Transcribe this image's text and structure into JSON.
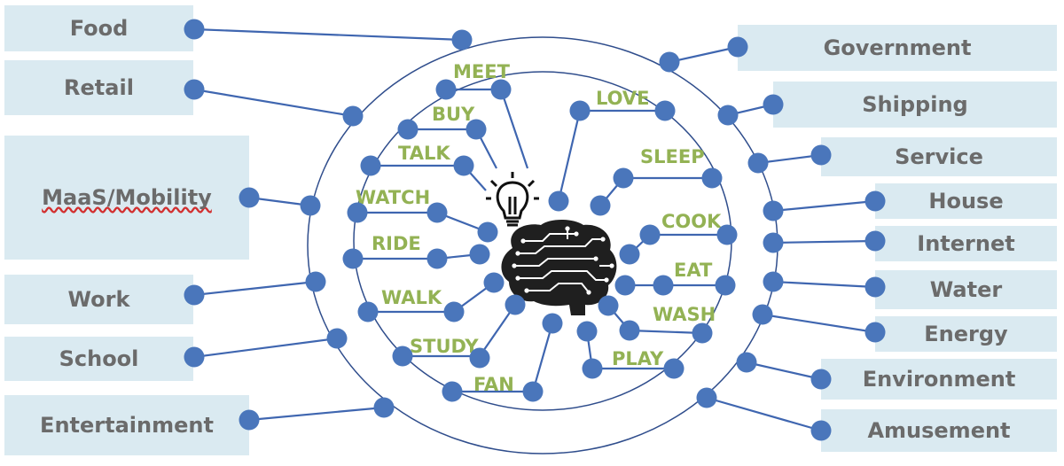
{
  "colors": {
    "box_fill": "#daeaf1",
    "box_text": "#6b6b6b",
    "line": "#3f66b0",
    "node": "#4a76bb",
    "verb_text": "#93b254",
    "circle": "#2f4d8c"
  },
  "left_labels": [
    "Food",
    "Retail",
    "MaaS/Mobility",
    "Work",
    "School",
    "Entertainment"
  ],
  "right_labels": [
    "Government",
    "Shipping",
    "Service",
    "House",
    "Internet",
    "Water",
    "Energy",
    "Environment",
    "Amusement"
  ],
  "verbs_left": [
    "MEET",
    "BUY",
    "TALK",
    "WATCH",
    "RIDE",
    "WALK",
    "STUDY",
    "FAN"
  ],
  "verbs_right": [
    "LOVE",
    "SLEEP",
    "COOK",
    "EAT",
    "WASH",
    "PLAY"
  ],
  "icons": [
    "lightbulb-icon",
    "brain-circuit-icon"
  ]
}
